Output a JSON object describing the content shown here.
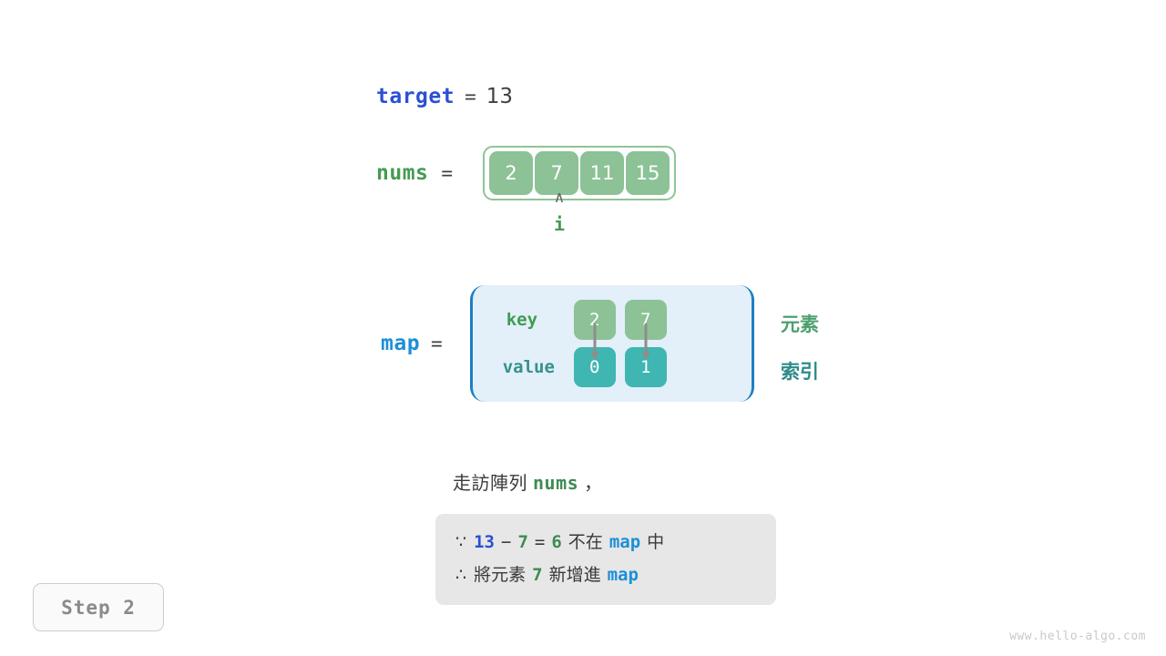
{
  "target": {
    "name": "target",
    "eq": "=",
    "value": "13"
  },
  "nums": {
    "name": "nums",
    "eq": "=",
    "cells": [
      "2",
      "7",
      "11",
      "15"
    ]
  },
  "pointer": {
    "caret": "∧",
    "label": "i",
    "index": 1
  },
  "map": {
    "name": "map",
    "eq": "=",
    "key_label": "key",
    "value_label": "value",
    "entries": [
      {
        "key": "2",
        "value": "0"
      },
      {
        "key": "7",
        "value": "1"
      }
    ],
    "side_labels": {
      "element": "元素",
      "index": "索引"
    }
  },
  "narration": {
    "prefix": "走訪陣列",
    "code": "nums",
    "suffix": "，"
  },
  "reason": {
    "line1": {
      "symbol": "∵",
      "a": "13",
      "minus": "−",
      "b": "7",
      "equals": "=",
      "result": "6",
      "mid": "不在",
      "map": "map",
      "tail": "中"
    },
    "line2": {
      "symbol": "∴",
      "pre": "將元素",
      "num": "7",
      "mid": "新增進",
      "map": "map"
    }
  },
  "step_badge": "Step 2",
  "watermark": "www.hello-algo.com",
  "colors": {
    "target_blue": "#2c50d4",
    "map_blue": "#1d8fd8",
    "nums_green": "#469b52",
    "cell_green": "#8cc296",
    "cell_teal": "#3fb6b2",
    "map_bg": "#e3eff9",
    "map_border": "#1d7fc4",
    "reason_bg": "#e7e7e7",
    "text_dark": "#3a3a3a"
  }
}
